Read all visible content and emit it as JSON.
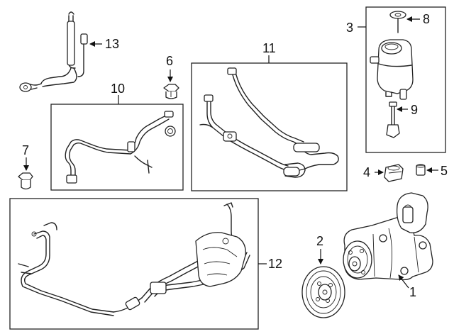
{
  "callouts": {
    "c1": "1",
    "c2": "2",
    "c3": "3",
    "c4": "4",
    "c5": "5",
    "c6": "6",
    "c7": "7",
    "c8": "8",
    "c9": "9",
    "c10": "10",
    "c11": "11",
    "c12": "12",
    "c13": "13"
  },
  "parts": {
    "p1": "power-steering-pump",
    "p2": "pulley",
    "p3": "reservoir-assembly",
    "p4": "grommet",
    "p5": "pin",
    "p6": "bolt",
    "p7": "bolt",
    "p8": "cap",
    "p9": "level-sensor",
    "p10": "return-hose",
    "p11": "pressure-hose",
    "p12": "hose-assembly",
    "p13": "line-assembly"
  }
}
